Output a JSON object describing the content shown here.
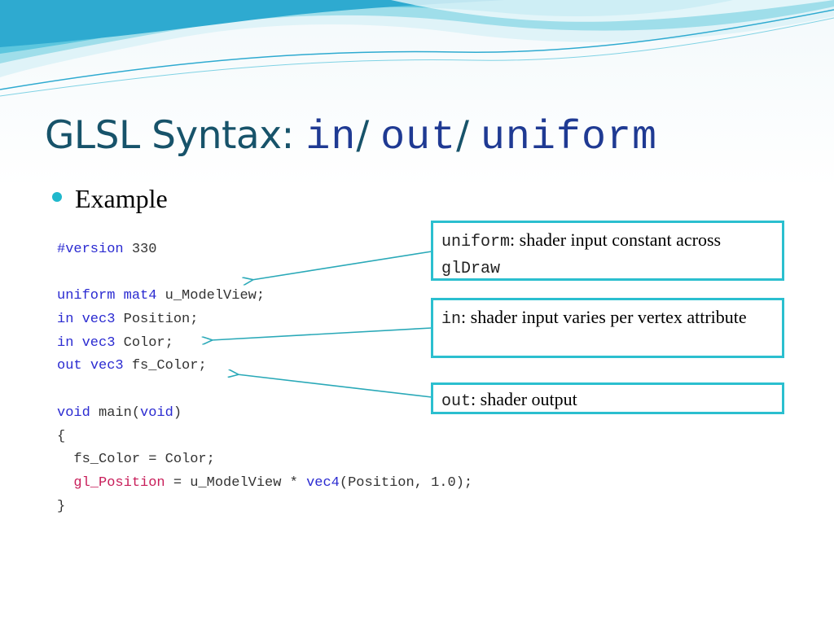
{
  "slide": {
    "title": {
      "prefix": "GLSL Syntax: ",
      "kw_in": "in",
      "slash1": "/ ",
      "kw_out": "out",
      "slash2": "/ ",
      "kw_uniform": "uniform"
    },
    "bullet": "Example",
    "code_lines": [
      [
        {
          "t": "#version",
          "c": "blue"
        },
        {
          "t": " 330",
          "c": ""
        }
      ],
      [],
      [
        {
          "t": "uniform",
          "c": "blue"
        },
        {
          "t": " ",
          "c": ""
        },
        {
          "t": "mat4",
          "c": "blue"
        },
        {
          "t": " u_ModelView;",
          "c": ""
        }
      ],
      [
        {
          "t": "in",
          "c": "blue"
        },
        {
          "t": " ",
          "c": ""
        },
        {
          "t": "vec3",
          "c": "blue"
        },
        {
          "t": " Position;",
          "c": ""
        }
      ],
      [
        {
          "t": "in",
          "c": "blue"
        },
        {
          "t": " ",
          "c": ""
        },
        {
          "t": "vec3",
          "c": "blue"
        },
        {
          "t": " Color;",
          "c": ""
        }
      ],
      [
        {
          "t": "out",
          "c": "blue"
        },
        {
          "t": " ",
          "c": ""
        },
        {
          "t": "vec3",
          "c": "blue"
        },
        {
          "t": " fs_Color;",
          "c": ""
        }
      ],
      [],
      [
        {
          "t": "void",
          "c": "blue"
        },
        {
          "t": " main(",
          "c": ""
        },
        {
          "t": "void",
          "c": "blue"
        },
        {
          "t": ")",
          "c": ""
        }
      ],
      [
        {
          "t": "{",
          "c": ""
        }
      ],
      [
        {
          "t": "  fs_Color = Color;",
          "c": ""
        }
      ],
      [
        {
          "t": "  ",
          "c": ""
        },
        {
          "t": "gl_Position",
          "c": "red"
        },
        {
          "t": " = u_ModelView * ",
          "c": ""
        },
        {
          "t": "vec4",
          "c": "blue"
        },
        {
          "t": "(Position, 1.0);",
          "c": ""
        }
      ],
      [
        {
          "t": "}",
          "c": ""
        }
      ]
    ],
    "callouts": {
      "uniform": {
        "kw": "uniform",
        "text1": ": shader input constant across ",
        "kw2": "glDraw"
      },
      "in": {
        "kw": "in",
        "text1": ": shader input varies per vertex attribute"
      },
      "out": {
        "kw": "out",
        "text1": ": shader output"
      }
    },
    "colors": {
      "title": "#17536a",
      "keyword_title": "#1f3a93",
      "code_keyword": "#2b2bd1",
      "code_builtin": "#c81e5a",
      "callout_border": "#2bbfcf",
      "bullet": "#20b8cc"
    }
  }
}
